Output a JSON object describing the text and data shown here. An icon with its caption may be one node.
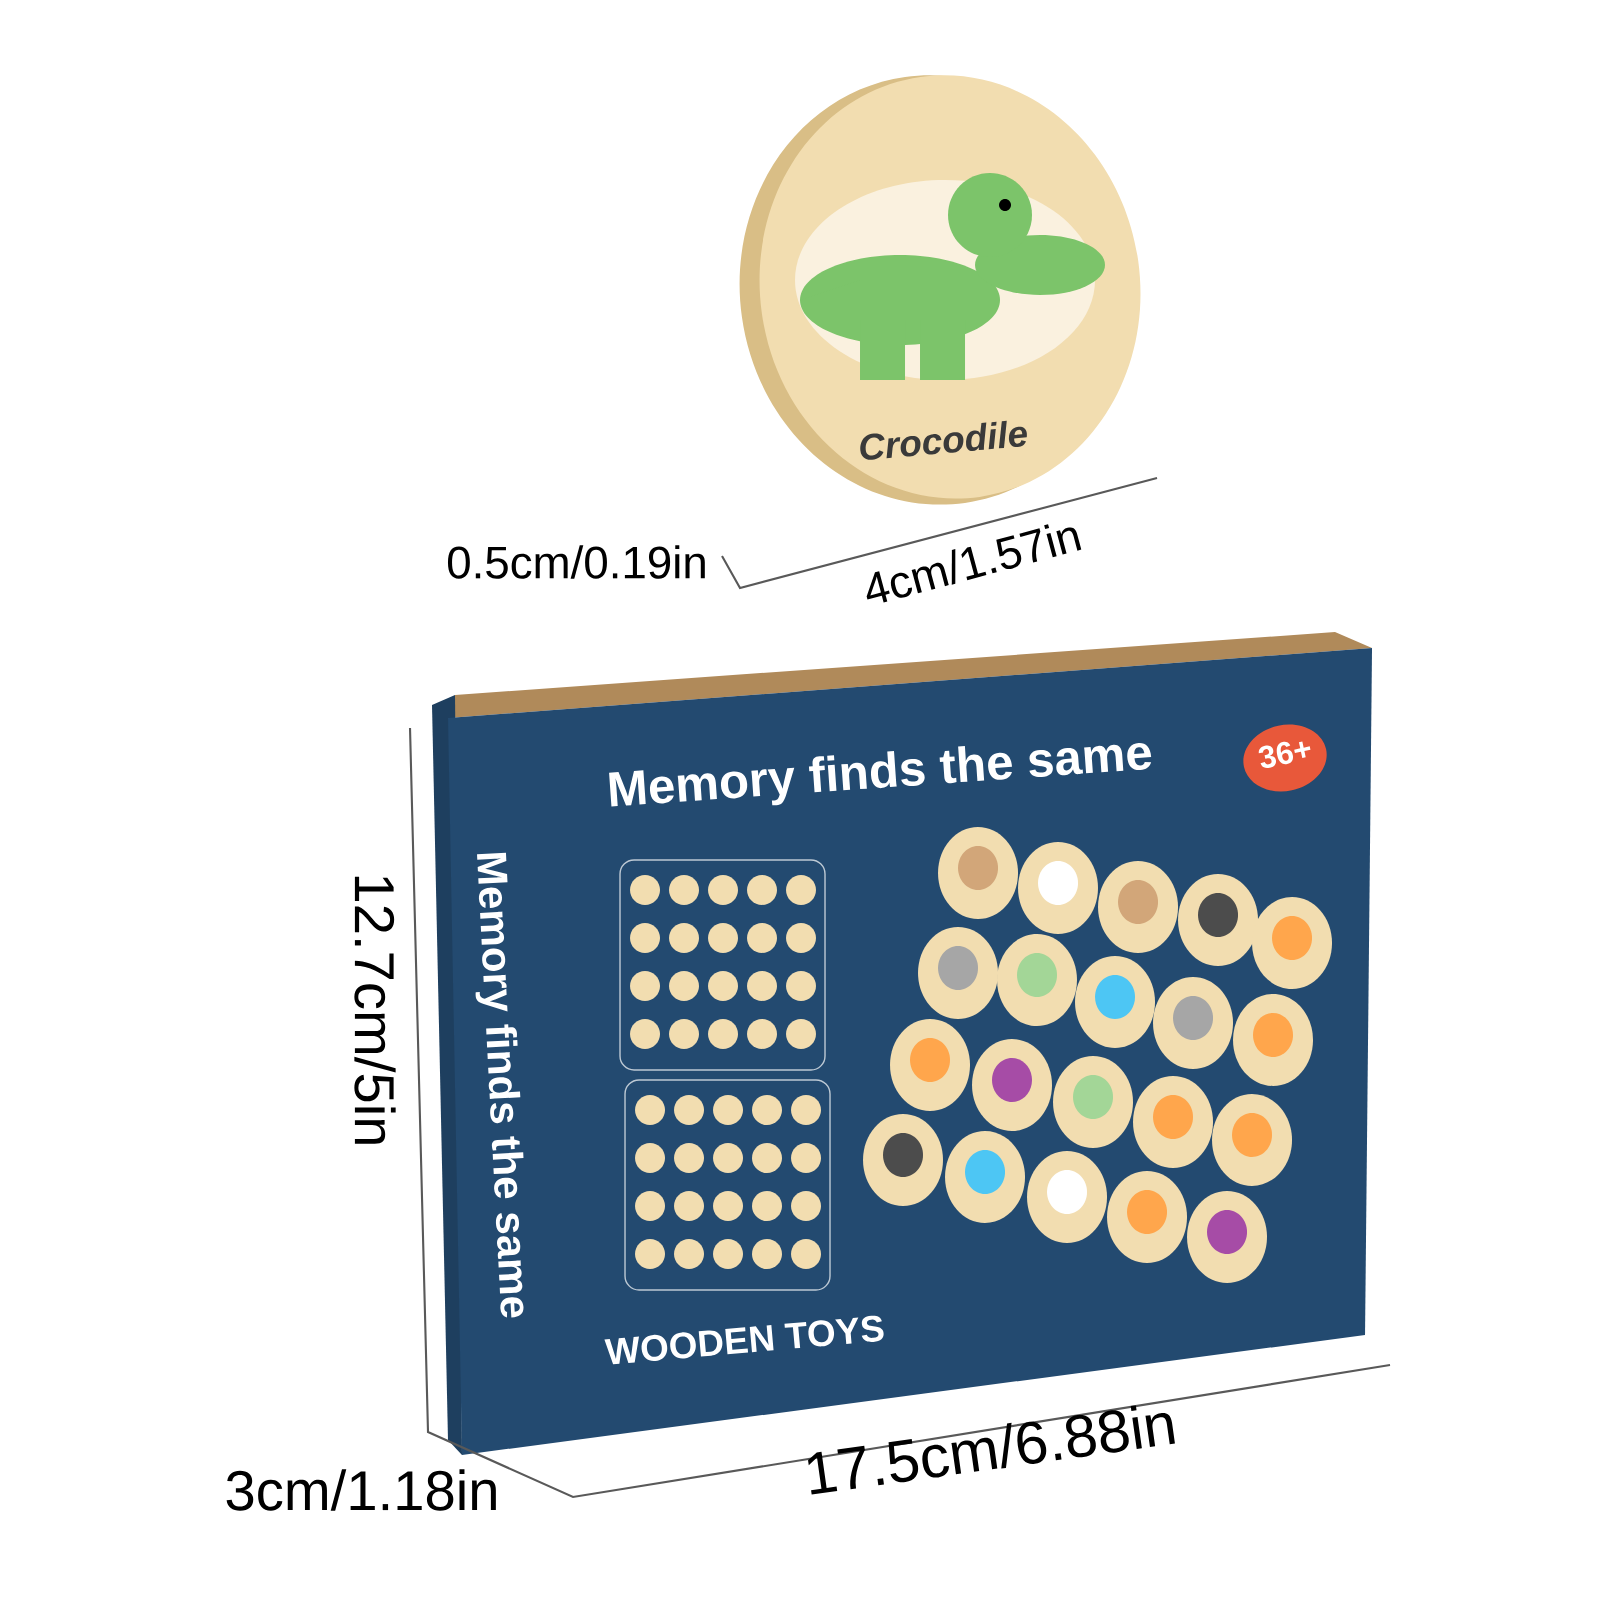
{
  "diagram": {
    "labels": [
      "Crocodile",
      "0.5cm/0.19in",
      "4cm/1.57in",
      "36+",
      "Memory finds the same",
      "Memory finds the same",
      "12.7cm/5in",
      "WOODEN TOYS",
      "3cm/1.18in",
      "17.5cm/6.88in"
    ]
  }
}
